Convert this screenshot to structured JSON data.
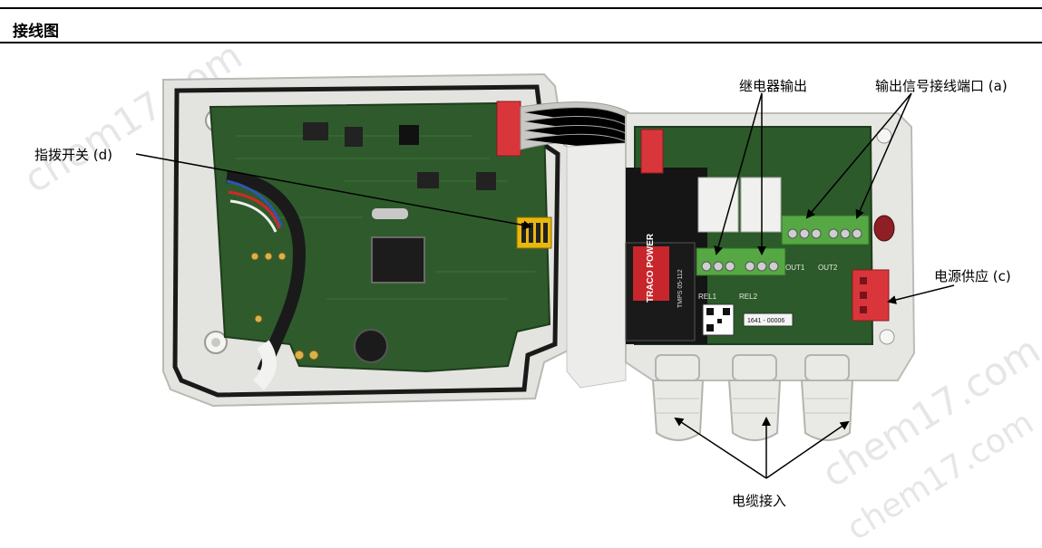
{
  "section_title": "接线图",
  "callouts": {
    "dip_switch": "指拨开关 (d)",
    "relay_output": "继电器输出",
    "signal_output": "输出信号接线端口 (a)",
    "power_supply": "电源供应 (c)",
    "cable_entry": "电缆接入"
  },
  "watermarks": [
    "chem17.com",
    "chem17.com",
    "chem17.com"
  ],
  "board_text": {
    "traco_brand": "TRACO POWER",
    "traco_model": "TMPS 05-112",
    "relay1": "REL1",
    "relay2": "REL2",
    "out1": "OUT1",
    "out2": "OUT2",
    "serial": "1641 - 00006"
  }
}
